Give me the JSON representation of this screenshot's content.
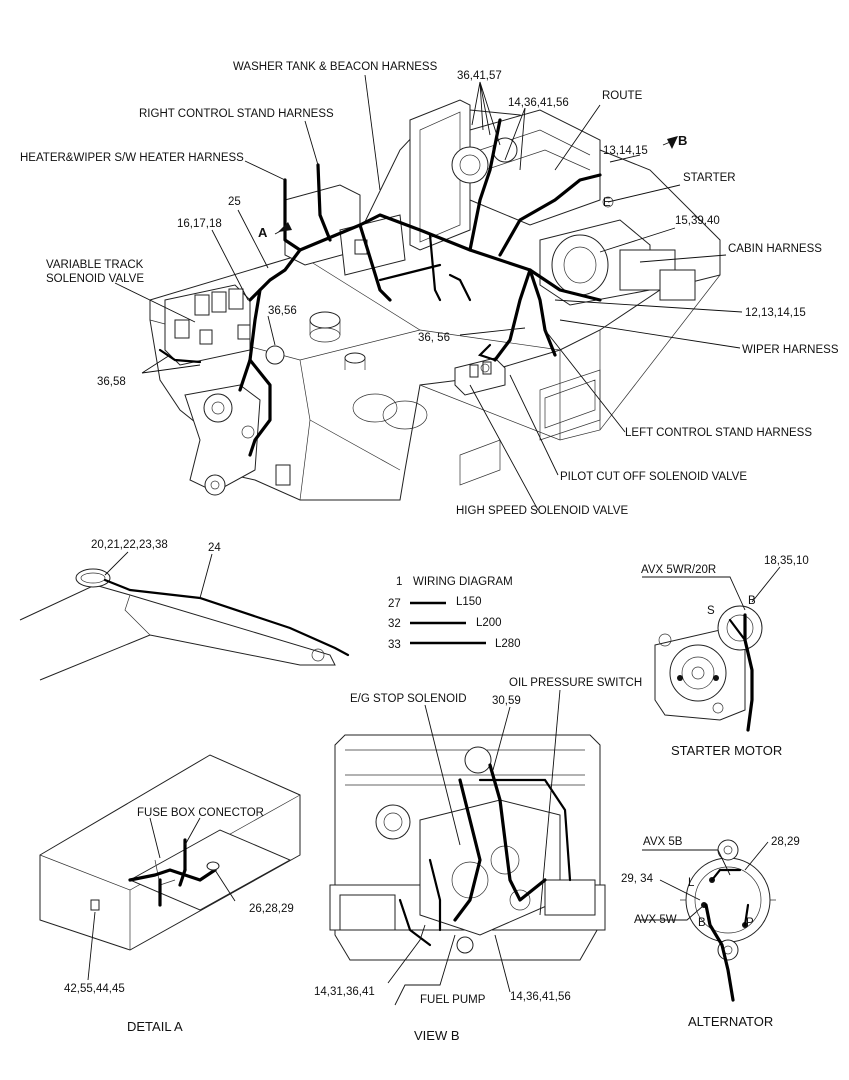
{
  "labels": {
    "washer_tank": "WASHER TANK & BEACON HARNESS",
    "n36_41_57": "36,41,57",
    "n14_36_41_56_top": "14,36,41,56",
    "route": "ROUTE",
    "right_control": "RIGHT CONTROL STAND HARNESS",
    "heater_wiper": "HEATER&WIPER S/W HEATER HARNESS",
    "n13_14_15": "13,14,15",
    "arrow_b": "B",
    "starter": "STARTER",
    "n25": "25",
    "n16_17_18": "16,17,18",
    "arrow_a": "A",
    "n15_39_40": "15,39,40",
    "cabin_harness": "CABIN HARNESS",
    "variable_track_1": "VARIABLE TRACK",
    "variable_track_2": "SOLENOID VALVE",
    "n36_56_left": "36,56",
    "n12_13_14_15": "12,13,14,15",
    "n36_56_mid": "36, 56",
    "wiper_harness": "WIPER HARNESS",
    "n36_58": "36,58",
    "left_control": "LEFT CONTROL STAND HARNESS",
    "pilot_cut": "PILOT CUT OFF SOLENOID VALVE",
    "high_speed": "HIGH SPEED SOLENOID VALVE",
    "n20_23_38": "20,21,22,23,38",
    "n24": "24",
    "n18_35_10": "18,35,10",
    "avx_5wr": "AVX 5WR/20R",
    "legend_1_num": "1",
    "legend_1_text": "WIRING DIAGRAM",
    "legend_27_num": "27",
    "legend_27_text": "L150",
    "legend_32_num": "32",
    "legend_32_text": "L200",
    "legend_33_num": "33",
    "legend_33_text": "L280",
    "term_s": "S",
    "term_b_starter": "B",
    "oil_pressure": "OIL PRESSURE SWITCH",
    "eg_stop": "E/G STOP SOLENOID",
    "n30_59": "30,59",
    "starter_motor": "STARTER MOTOR",
    "fuse_box": "FUSE BOX CONECTOR",
    "n26_28_29": "26,28,29",
    "avx_5b": "AVX 5B",
    "n28_29": "28,29",
    "n29_34": "29, 34",
    "term_l": "L",
    "term_b_alt": "B",
    "term_p": "P",
    "avx_5w": "AVX 5W",
    "n42_55_44_45": "42,55,44,45",
    "n14_31_36_41": "14,31,36,41",
    "fuel_pump": "FUEL PUMP",
    "n14_36_41_56_bottom": "14,36,41,56",
    "detail_a": "DETAIL  A",
    "view_b": "VIEW  B",
    "alternator": "ALTERNATOR",
    "marker_e": "E"
  }
}
